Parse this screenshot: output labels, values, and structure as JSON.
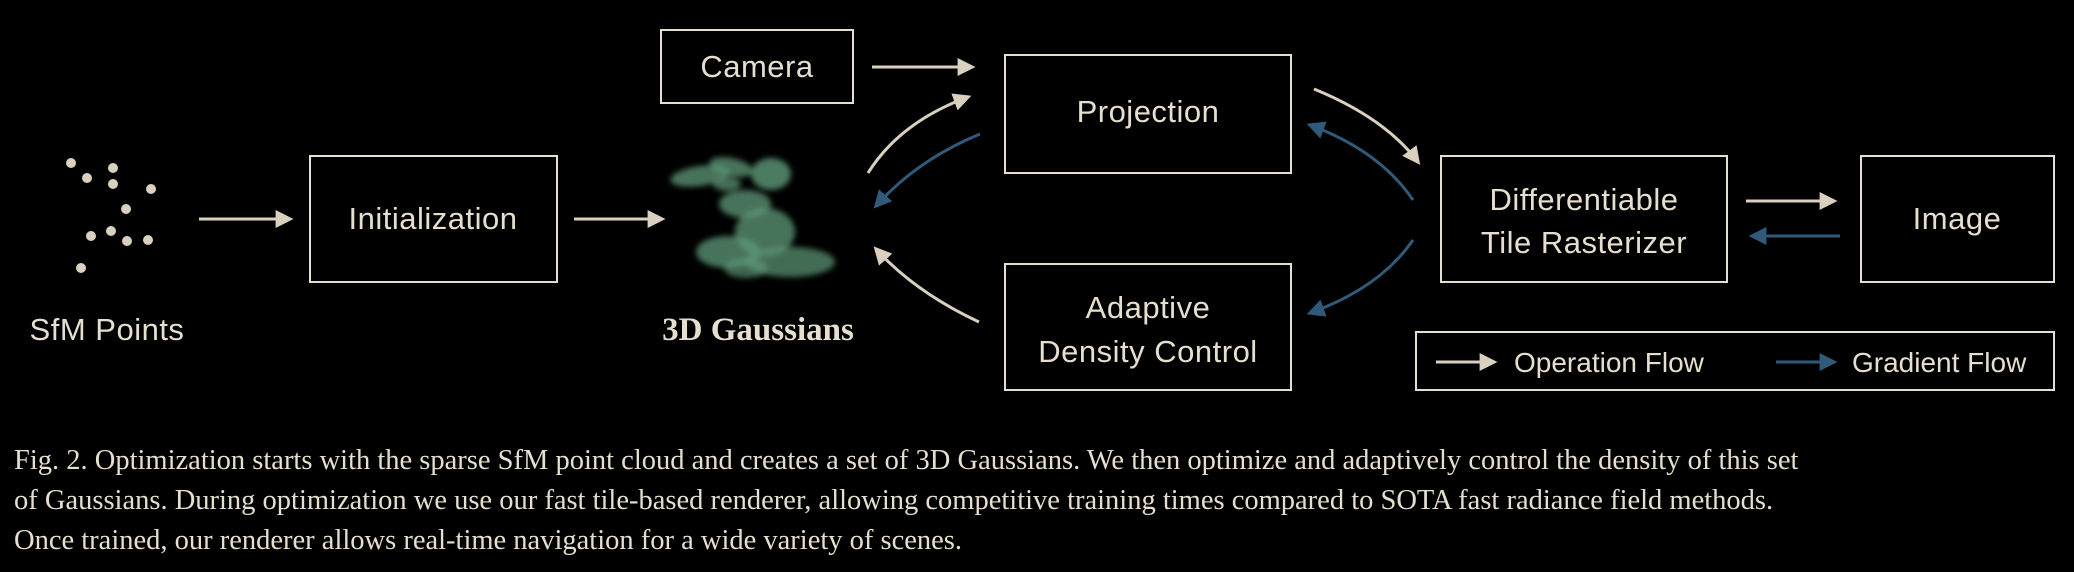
{
  "diagram": {
    "nodes": {
      "sfm_points": "SfM Points",
      "initialization": "Initialization",
      "gaussians": "3D Gaussians",
      "camera": "Camera",
      "projection": "Projection",
      "adaptive_line1": "Adaptive",
      "adaptive_line2": "Density Control",
      "rasterizer_line1": "Differentiable",
      "rasterizer_line2": "Tile Rasterizer",
      "image": "Image"
    },
    "legend": {
      "operation": "Operation Flow",
      "gradient": "Gradient Flow"
    },
    "colors": {
      "operation_arrow": "#d9d0bf",
      "gradient_arrow": "#2f5a7a",
      "gaussian_fill": "#5f9a78",
      "text": "#e6dece",
      "background": "#000000"
    }
  },
  "caption": {
    "line1": "Fig. 2.  Optimization starts with the sparse SfM point cloud and creates a set of 3D Gaussians. We then optimize and adaptively control the density of this set",
    "line2": "of Gaussians. During optimization we use our fast tile-based renderer, allowing competitive training times compared to SOTA fast radiance field methods.",
    "line3": "Once trained, our renderer allows real-time navigation for a wide variety of scenes."
  }
}
